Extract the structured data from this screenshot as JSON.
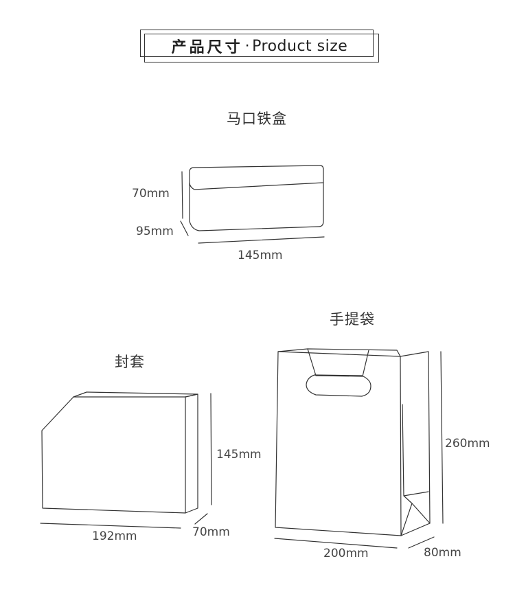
{
  "header": {
    "title_cn": "产品尺寸",
    "separator": "·",
    "title_en": "Product size"
  },
  "tin_box": {
    "title": "马口铁盒",
    "height": "70mm",
    "depth": "95mm",
    "width": "145mm"
  },
  "sleeve": {
    "title": "封套",
    "height": "145mm",
    "width": "192mm",
    "depth": "70mm"
  },
  "bag": {
    "title": "手提袋",
    "height": "260mm",
    "width": "200mm",
    "depth": "80mm"
  }
}
